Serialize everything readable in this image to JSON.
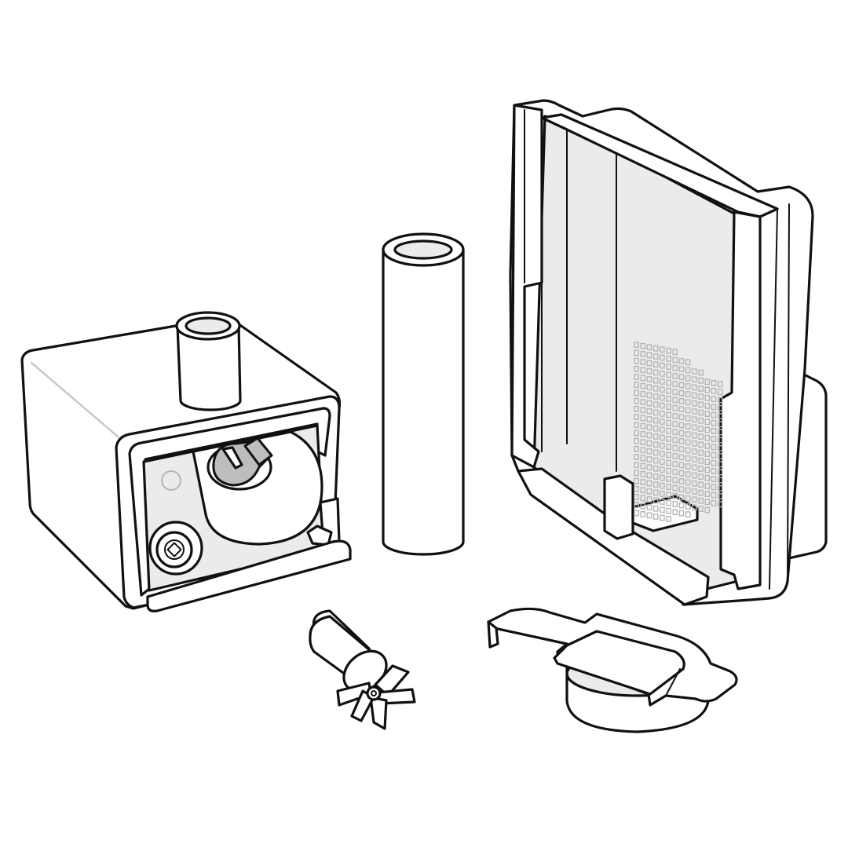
{
  "figure": {
    "parts": [
      {
        "id": "pump-housing",
        "icon": "pump-housing-icon"
      },
      {
        "id": "outlet-tube",
        "icon": "tube-icon"
      },
      {
        "id": "impeller",
        "icon": "impeller-icon"
      },
      {
        "id": "cover-plate",
        "icon": "cover-plate-icon"
      },
      {
        "id": "filter-box",
        "icon": "filter-box-icon"
      }
    ],
    "colors": {
      "stroke": "#111111",
      "fill": "#ffffff",
      "shade": "#ebebeb",
      "dark": "#bdbdbd",
      "grid": "#b5b5b5"
    }
  }
}
